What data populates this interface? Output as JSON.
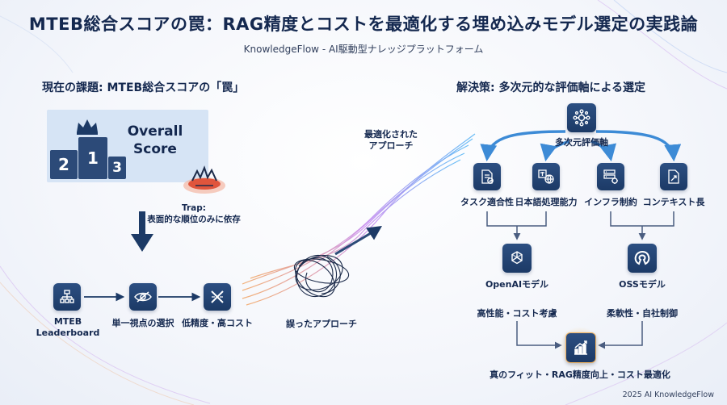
{
  "header": {
    "title": "MTEB総合スコアの罠：RAG精度とコストを最適化する埋め込みモデル選定の実践論",
    "subtitle": "KnowledgeFlow - AI駆動型ナレッジプラットフォーム"
  },
  "left": {
    "section_title": "現在の課題: MTEB総合スコアの「罠」",
    "podium": {
      "ranks": [
        "2",
        "1",
        "3"
      ],
      "overall_label": "Overall Score"
    },
    "trap": {
      "line1": "Trap:",
      "line2": "表面的な順位のみに依存"
    },
    "flow": [
      {
        "icon": "leaderboard-icon",
        "label_line1": "MTEB",
        "label_line2": "Leaderboard"
      },
      {
        "icon": "eye-icon",
        "label": "単一視点の選択"
      },
      {
        "icon": "cross-icon",
        "label": "低精度・高コスト"
      }
    ]
  },
  "middle": {
    "wrong_label": "誤ったアプローチ",
    "optimized_line1": "最適化された",
    "optimized_line2": "アプローチ"
  },
  "right": {
    "section_title": "解決策: 多次元的な評価軸による選定",
    "root": {
      "icon": "network-hub-icon",
      "label": "多次元評価軸"
    },
    "axes": [
      {
        "icon": "document-check-icon",
        "label": "タスク適合性"
      },
      {
        "icon": "translate-globe-icon",
        "label": "日本語処理能力"
      },
      {
        "icon": "server-gear-icon",
        "label": "インフラ制約"
      },
      {
        "icon": "document-expand-icon",
        "label": "コンテキスト長"
      }
    ],
    "models": [
      {
        "icon": "openai-icon",
        "name": "OpenAIモデル",
        "desc": "高性能・コスト考慮"
      },
      {
        "icon": "oss-icon",
        "name": "OSSモデル",
        "desc": "柔軟性・自社制御"
      }
    ],
    "result": {
      "icon": "chart-up-icon",
      "label": "真のフィット・RAG精度向上・コスト最適化"
    }
  },
  "footer": {
    "copyright": "2025 AI KnowledgeFlow"
  },
  "colors": {
    "navy": "#14284f",
    "icon_bg": "#2c4f82",
    "arrow_blue": "#3d8bd6",
    "trap_red": "#e0553c"
  }
}
